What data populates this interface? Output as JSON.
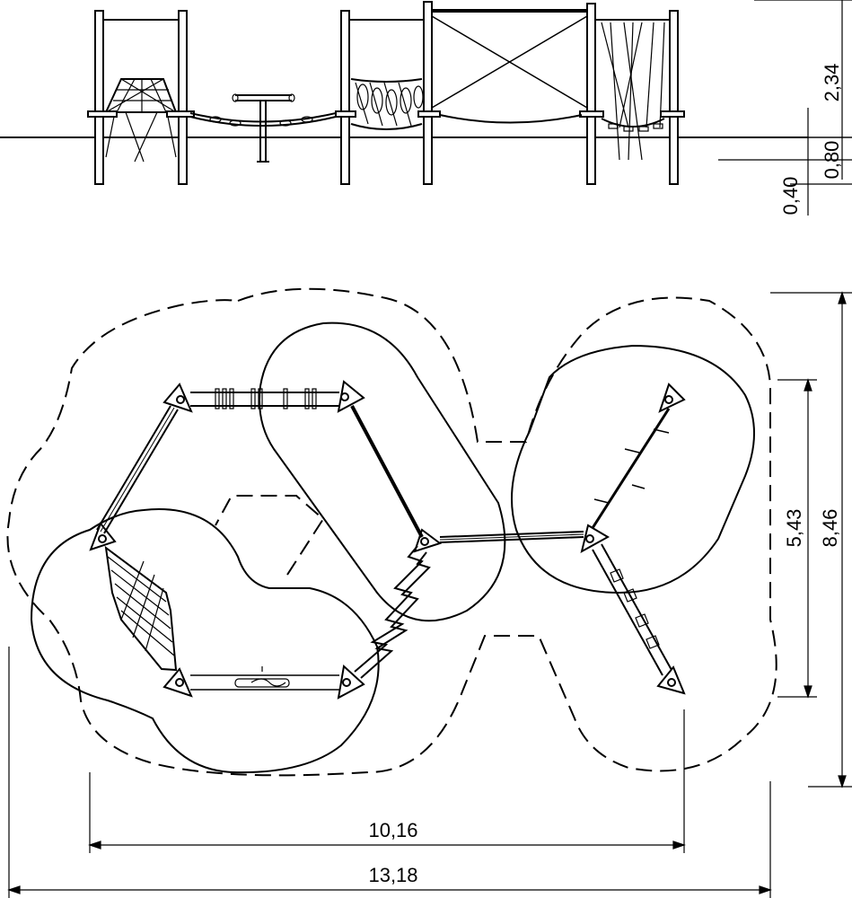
{
  "elevation_dimensions": {
    "total_height": "2,34",
    "platform_height": "0,80",
    "foundation_depth": "0,40"
  },
  "plan_dimensions": {
    "inner_width": "10,16",
    "total_width": "13,18",
    "inner_depth": "5,43",
    "total_depth": "8,46"
  }
}
